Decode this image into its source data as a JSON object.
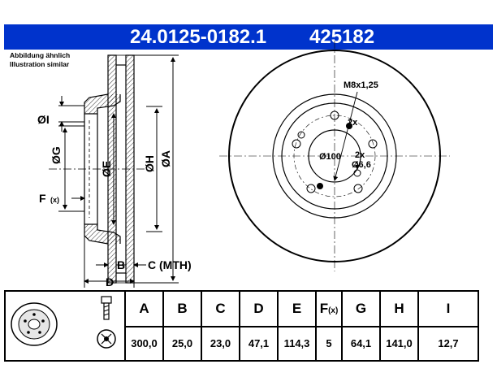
{
  "header": {
    "part_number": "24.0125-0182.1",
    "reference": "425182"
  },
  "note": {
    "line1": "Abbildung ähnlich",
    "line2": "Illustration similar"
  },
  "side_labels": {
    "I": "ØI",
    "G": "ØG",
    "E": "ØE",
    "H": "ØH",
    "A": "ØA",
    "F": "F",
    "F_sub": "(x)",
    "B": "B",
    "C": "C (MTH)",
    "D": "D"
  },
  "front_labels": {
    "thread": "M8x1,25",
    "thread_count": "2x",
    "pcd": "Ø100",
    "hole_count": "2x",
    "hole_dia": "Ø6,6"
  },
  "table": {
    "headers": [
      "A",
      "B",
      "C",
      "D",
      "E",
      "F",
      "G",
      "H",
      "I"
    ],
    "f_sub": "(x)",
    "values": [
      "300,0",
      "25,0",
      "23,0",
      "47,1",
      "114,3",
      "5",
      "64,1",
      "141,0",
      "12,7"
    ]
  }
}
